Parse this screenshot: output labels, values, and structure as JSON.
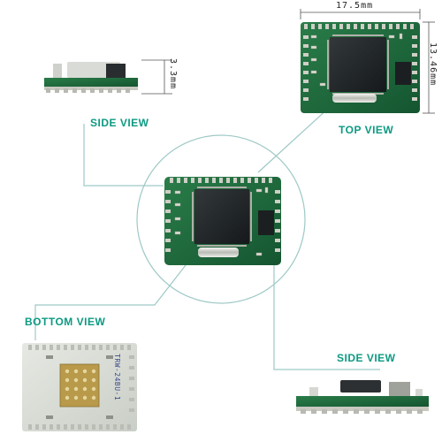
{
  "labels": {
    "side_view_top": "SIDE VIEW",
    "top_view": "TOP VIEW",
    "bottom_view": "BOTTOM VIEW",
    "side_view_bottom": "SIDE  VIEW"
  },
  "dimensions": {
    "width": "17.5mm",
    "height": "13.46mm",
    "thickness": "3.3mm"
  },
  "board_markings": {
    "bottom_code": "TRW-24BU-1"
  },
  "colors": {
    "label": "#0c9a82",
    "callout_line": "#9ec9c6",
    "pcb": "#1e6b3c",
    "pcb_dark": "#124a28",
    "silk": "#dfe8d8",
    "chip": "#222628",
    "solder": "#c8c8c0",
    "bottom_board": "#d8dcd6"
  }
}
